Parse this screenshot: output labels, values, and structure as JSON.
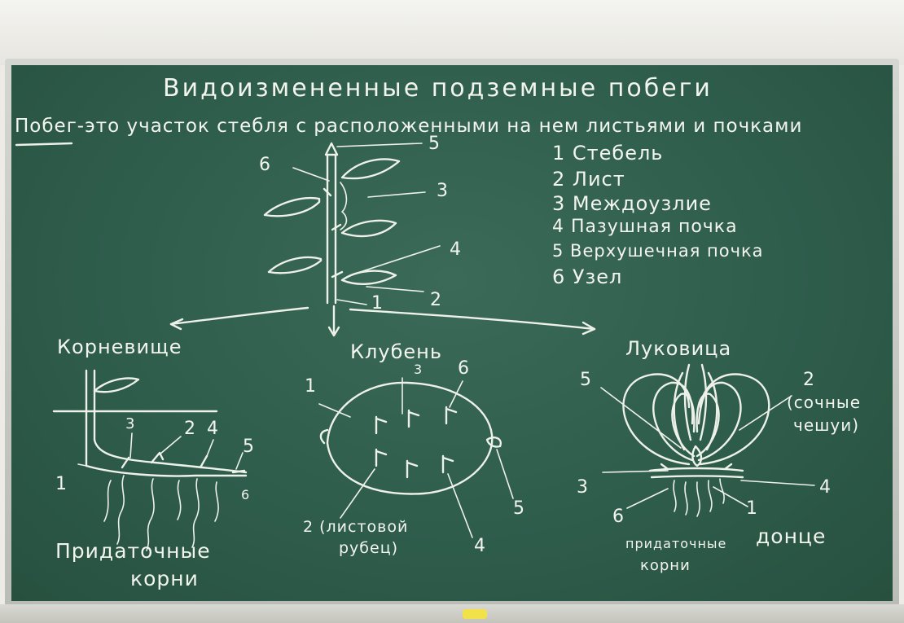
{
  "title": "Видоизмененные подземные побеги",
  "definition": "Побег-это участок стебля с расположенными на нем листьями и почками",
  "legend": [
    "1 Стебель",
    "2 Лист",
    "3 Междоузлие",
    "4 Пазушная почка",
    "5 Верхушечная почка",
    "6 Узел"
  ],
  "shoot_labels": [
    "1",
    "2",
    "3",
    "4",
    "5",
    "6"
  ],
  "sections": {
    "rhizome": {
      "title": "Корневище",
      "numbers": [
        "1",
        "2",
        "3",
        "4",
        "5",
        "6"
      ],
      "caption_line1": "Придаточные",
      "caption_line2": "корни"
    },
    "tuber": {
      "title": "Клубень",
      "numbers": [
        "1",
        "3",
        "4",
        "5",
        "6"
      ],
      "scar_line1": "2 (листовой",
      "scar_line2": "рубец)"
    },
    "bulb": {
      "title": "Луковица",
      "numbers": [
        "1",
        "3",
        "4",
        "5",
        "6"
      ],
      "scales_line1": "2",
      "scales_line2": "(сочные",
      "scales_line3": "чешуи)",
      "base_label": "донце",
      "caption_line1": "придаточные",
      "caption_line2": "корни"
    }
  },
  "colors": {
    "board": "#2f5d4c",
    "chalk": "#f2f4ee",
    "frame": "#c9cbc6",
    "yellow_chalk": "#f1e24a"
  }
}
